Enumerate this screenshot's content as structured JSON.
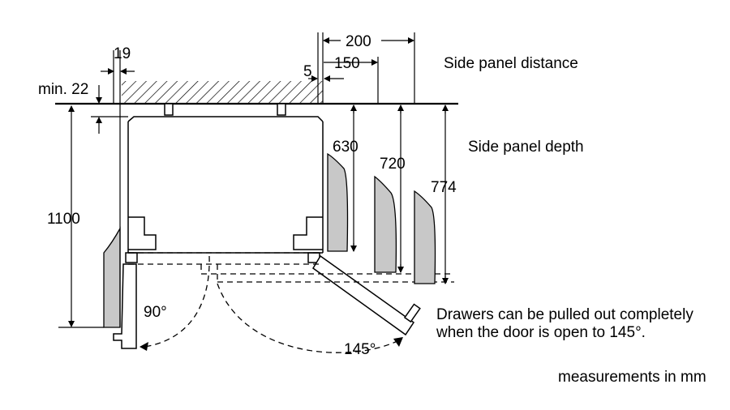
{
  "dimensions": {
    "d19": "19",
    "min22": "min. 22",
    "d5": "5",
    "d150": "150",
    "d200": "200",
    "d630": "630",
    "d720": "720",
    "d774": "774",
    "d1100": "1100",
    "a90": "90°",
    "a145": "145°"
  },
  "labels": {
    "side_panel_distance": "Side panel distance",
    "side_panel_depth": "Side panel depth",
    "drawers_line1": "Drawers can be pulled out completely",
    "drawers_line2": "when the door is open to 145°.",
    "units": "measurements in mm"
  },
  "colors": {
    "line": "#000000",
    "panel_fill": "#c8c8c8",
    "background": "#ffffff"
  }
}
